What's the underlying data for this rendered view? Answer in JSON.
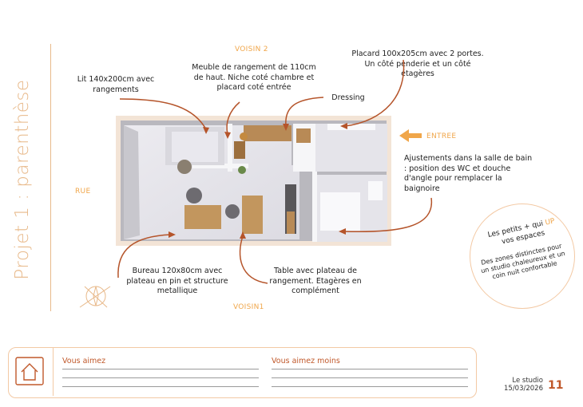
{
  "page_title": "Projet 1 : parenthèse",
  "labels": {
    "voisin_top": "VOISIN 2",
    "voisin_bottom": "VOISIN1",
    "rue": "RUE",
    "entree": "ENTREE"
  },
  "annotations": {
    "lit": "Lit 140x200cm avec rangements",
    "meuble": "Meuble de rangement de 110cm de haut. Niche coté chambre et placard coté entrée",
    "dressing": "Dressing",
    "placard": "Placard 100x205cm avec 2 portes. Un côté penderie et un côté étagères",
    "sdb": "Ajustements dans la salle de bain : position des WC et douche d'angle pour remplacer la baignoire",
    "bureau": "Bureau 120x80cm avec plateau en pin et structure metallique",
    "table": "Table avec plateau de rangement. Etagères en complément"
  },
  "bubble": {
    "line1_before": "Les petits + qui ",
    "line1_highlight": "UP",
    "line1_after": "vos espaces",
    "line2": "Des zones distinctes pour un studio chaleureux et un coin nuit confortable"
  },
  "footer": {
    "likes_title": "Vous aimez",
    "dislikes_title": "Vous aimez moins",
    "home_icon": "home-icon"
  },
  "page_info": {
    "label": "Le studio",
    "date": "15/03/2026",
    "number": "11"
  },
  "colors": {
    "accent": "#f0a64a",
    "title_tint": "#e8b98a",
    "arrow": "#b5542a",
    "page_number": "#c0582a"
  }
}
